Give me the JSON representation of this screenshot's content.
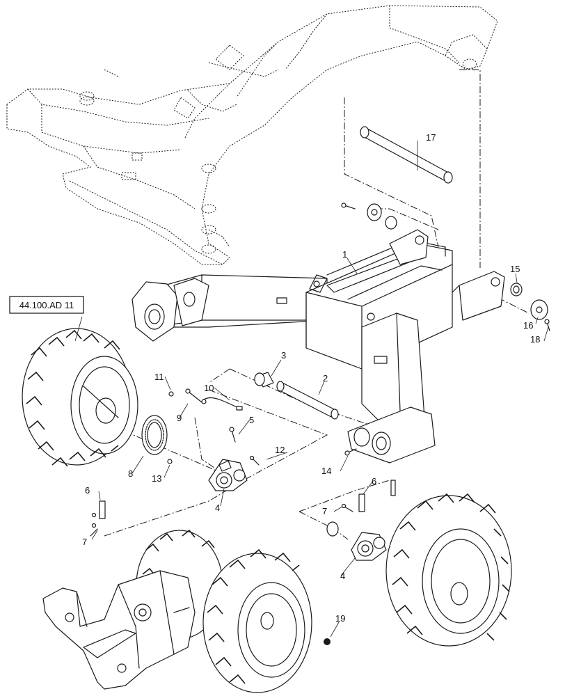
{
  "reference_label": "44.100.AD 11",
  "callouts": {
    "c1": "1",
    "c2": "2",
    "c3": "3",
    "c4a": "4",
    "c4b": "4",
    "c5": "5",
    "c6a": "6",
    "c6b": "6",
    "c7a": "7",
    "c7b": "7",
    "c8": "8",
    "c9": "9",
    "c10": "10",
    "c11": "11",
    "c12": "12",
    "c13": "13",
    "c14": "14",
    "c15": "15",
    "c16": "16",
    "c17": "17",
    "c18": "18",
    "c19": "19"
  }
}
